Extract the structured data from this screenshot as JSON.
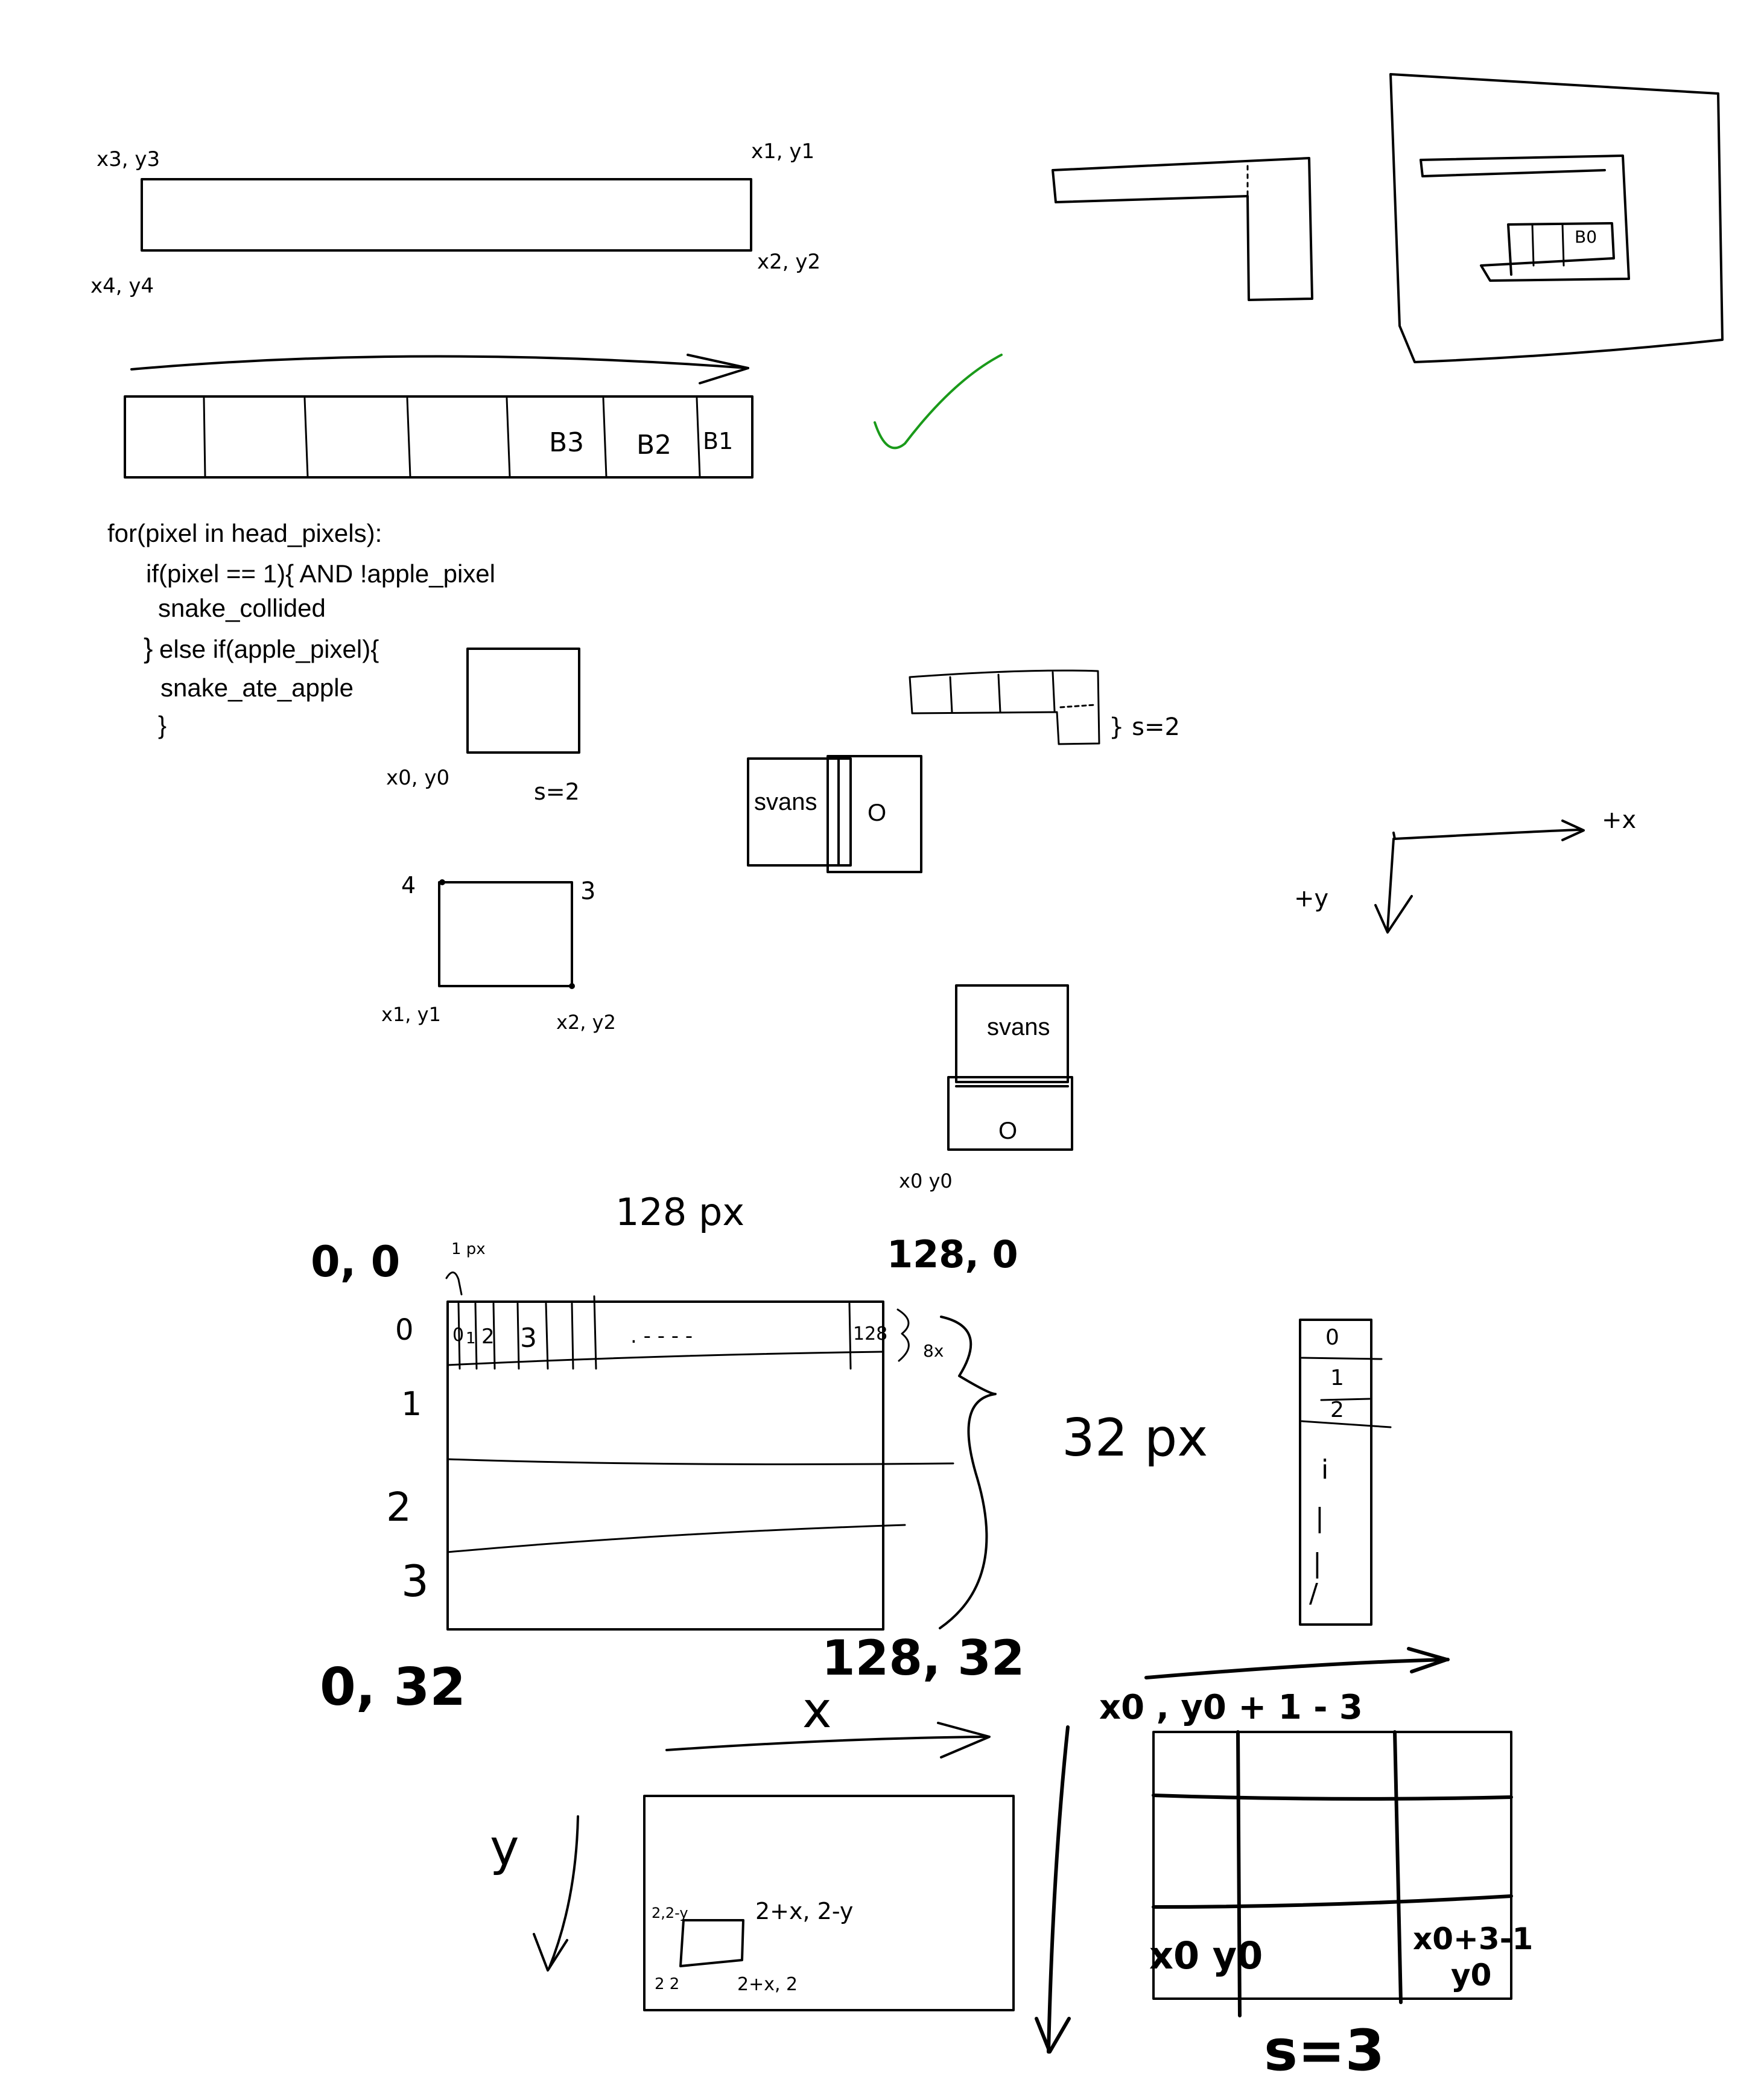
{
  "colors": {
    "ink": "#000000",
    "check": "#1a9a1a",
    "background": "#ffffff"
  },
  "top_rect": {
    "c3": "x3, y3",
    "c1": "x1, y1",
    "c2": "x2, y2",
    "c4": "x4, y4"
  },
  "segments": {
    "b3": "B3",
    "b2": "B2",
    "b1": "B1"
  },
  "spiral": {
    "b0": "B0"
  },
  "code": {
    "l1": "for(pixel in head_pixels):",
    "l2": "if(pixel == 1){ AND !apple_pixel",
    "l3": "snake_collided",
    "l4": "}",
    "l4b": "else if(apple_pixel){",
    "l5": "snake_ate_apple",
    "l6": "}"
  },
  "square": {
    "origin": "x0, y0",
    "size": "s=2"
  },
  "snake_row": {
    "size": "} s=2"
  },
  "overlap_h": {
    "a": "svans",
    "b": "O"
  },
  "axes": {
    "x": "+x",
    "y": "+y"
  },
  "corner_rect": {
    "c4": "4",
    "c3": "3",
    "c1": "x1, y1",
    "c2": "x2, y2"
  },
  "overlap_v": {
    "a": "svans",
    "b": "O",
    "origin": "x0 y0"
  },
  "screen": {
    "width": "128 px",
    "tl": "0, 0",
    "tr": "128, 0",
    "bl": "0, 32",
    "br": "128, 32",
    "one_px": "1 px",
    "cols": [
      "0",
      "1",
      "2",
      "3"
    ],
    "dots": ". - - - -",
    "col_last": "128",
    "rows": [
      "0",
      "1",
      "2",
      "3"
    ],
    "row_h": "8x",
    "height": "32 px"
  },
  "column": {
    "cells": [
      "0",
      "1",
      "2"
    ],
    "dots": [
      "i",
      "|",
      "|",
      "/"
    ]
  },
  "small_box": {
    "x_label": "x",
    "y_label": "y",
    "tl": "2,2-y",
    "tr": "2+x, 2-y",
    "bl": "2 2",
    "br": "2+x, 2"
  },
  "grid": {
    "top": "x0 , y0 + 1 - 3",
    "bl": "x0 y0",
    "br": "x0+3-1",
    "br2": "y0",
    "size": "s=3"
  }
}
